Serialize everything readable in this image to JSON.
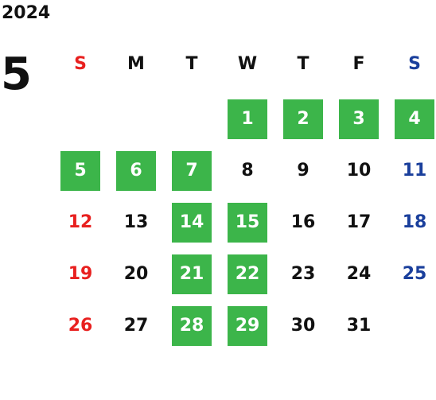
{
  "calendar": {
    "year": "2024",
    "month": "5",
    "colors": {
      "sunday": "#e8201f",
      "saturday": "#1a3f9c",
      "weekday": "#111111",
      "highlight": "#3cb54a",
      "highlight_text": "#ffffff"
    },
    "weekdays": [
      "S",
      "M",
      "T",
      "W",
      "T",
      "F",
      "S"
    ],
    "days": [
      {
        "day": "1",
        "col": 3,
        "row": 0,
        "hl": true
      },
      {
        "day": "2",
        "col": 4,
        "row": 0,
        "hl": true
      },
      {
        "day": "3",
        "col": 5,
        "row": 0,
        "hl": true
      },
      {
        "day": "4",
        "col": 6,
        "row": 0,
        "hl": true
      },
      {
        "day": "5",
        "col": 0,
        "row": 1,
        "hl": true
      },
      {
        "day": "6",
        "col": 1,
        "row": 1,
        "hl": true
      },
      {
        "day": "7",
        "col": 2,
        "row": 1,
        "hl": true
      },
      {
        "day": "8",
        "col": 3,
        "row": 1,
        "hl": false
      },
      {
        "day": "9",
        "col": 4,
        "row": 1,
        "hl": false
      },
      {
        "day": "10",
        "col": 5,
        "row": 1,
        "hl": false
      },
      {
        "day": "11",
        "col": 6,
        "row": 1,
        "hl": false
      },
      {
        "day": "12",
        "col": 0,
        "row": 2,
        "hl": false
      },
      {
        "day": "13",
        "col": 1,
        "row": 2,
        "hl": false
      },
      {
        "day": "14",
        "col": 2,
        "row": 2,
        "hl": true
      },
      {
        "day": "15",
        "col": 3,
        "row": 2,
        "hl": true
      },
      {
        "day": "16",
        "col": 4,
        "row": 2,
        "hl": false
      },
      {
        "day": "17",
        "col": 5,
        "row": 2,
        "hl": false
      },
      {
        "day": "18",
        "col": 6,
        "row": 2,
        "hl": false
      },
      {
        "day": "19",
        "col": 0,
        "row": 3,
        "hl": false
      },
      {
        "day": "20",
        "col": 1,
        "row": 3,
        "hl": false
      },
      {
        "day": "21",
        "col": 2,
        "row": 3,
        "hl": true
      },
      {
        "day": "22",
        "col": 3,
        "row": 3,
        "hl": true
      },
      {
        "day": "23",
        "col": 4,
        "row": 3,
        "hl": false
      },
      {
        "day": "24",
        "col": 5,
        "row": 3,
        "hl": false
      },
      {
        "day": "25",
        "col": 6,
        "row": 3,
        "hl": false
      },
      {
        "day": "26",
        "col": 0,
        "row": 4,
        "hl": false
      },
      {
        "day": "27",
        "col": 1,
        "row": 4,
        "hl": false
      },
      {
        "day": "28",
        "col": 2,
        "row": 4,
        "hl": true
      },
      {
        "day": "29",
        "col": 3,
        "row": 4,
        "hl": true
      },
      {
        "day": "30",
        "col": 4,
        "row": 4,
        "hl": false
      },
      {
        "day": "31",
        "col": 5,
        "row": 4,
        "hl": false
      }
    ]
  }
}
